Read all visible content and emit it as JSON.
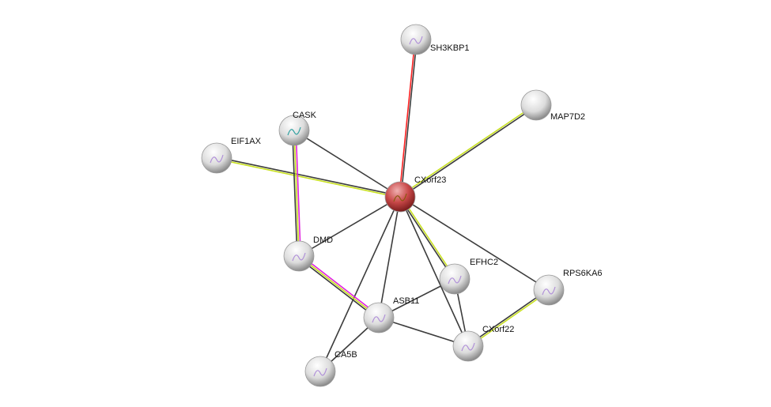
{
  "network": {
    "query_node": "CXorf23",
    "colors": {
      "query": "#c83c3c",
      "node": "#e6e6e6",
      "default_edge": "#3c3c3c"
    },
    "nodes": [
      {
        "id": "SH3KBP1",
        "label": "SH3KBP1"
      },
      {
        "id": "MAP7D2",
        "label": "MAP7D2"
      },
      {
        "id": "CASK",
        "label": "CASK"
      },
      {
        "id": "EIF1AX",
        "label": "EIF1AX"
      },
      {
        "id": "CXorf23",
        "label": "CXorf23"
      },
      {
        "id": "DMD",
        "label": "DMD"
      },
      {
        "id": "EFHC2",
        "label": "EFHC2"
      },
      {
        "id": "RPS6KA6",
        "label": "RPS6KA6"
      },
      {
        "id": "ASB11",
        "label": "ASB11"
      },
      {
        "id": "CXorf22",
        "label": "CXorf22"
      },
      {
        "id": "CA5B",
        "label": "CA5B"
      }
    ],
    "edges": [
      {
        "a": "CXorf23",
        "b": "SH3KBP1",
        "colors": [
          "#ff2020",
          "#3c3c3c"
        ]
      },
      {
        "a": "CXorf23",
        "b": "MAP7D2",
        "colors": [
          "#c8e020",
          "#3c3c3c"
        ]
      },
      {
        "a": "CXorf23",
        "b": "CASK",
        "colors": [
          "#3c3c3c"
        ]
      },
      {
        "a": "CXorf23",
        "b": "EIF1AX",
        "colors": [
          "#c8e020",
          "#3c3c3c"
        ]
      },
      {
        "a": "CXorf23",
        "b": "DMD",
        "colors": [
          "#3c3c3c"
        ]
      },
      {
        "a": "CXorf23",
        "b": "EFHC2",
        "colors": [
          "#c8e020",
          "#3c3c3c"
        ]
      },
      {
        "a": "CXorf23",
        "b": "RPS6KA6",
        "colors": [
          "#3c3c3c"
        ]
      },
      {
        "a": "CXorf23",
        "b": "ASB11",
        "colors": [
          "#3c3c3c"
        ]
      },
      {
        "a": "CXorf23",
        "b": "CXorf22",
        "colors": [
          "#3c3c3c"
        ]
      },
      {
        "a": "CXorf23",
        "b": "CA5B",
        "colors": [
          "#3c3c3c"
        ]
      },
      {
        "a": "CASK",
        "b": "DMD",
        "colors": [
          "#e020e0",
          "#c8e020",
          "#3c3c3c"
        ]
      },
      {
        "a": "DMD",
        "b": "ASB11",
        "colors": [
          "#e020e0",
          "#c8e020",
          "#3c3c3c"
        ]
      },
      {
        "a": "EFHC2",
        "b": "ASB11",
        "colors": [
          "#3c3c3c"
        ]
      },
      {
        "a": "EFHC2",
        "b": "CXorf22",
        "colors": [
          "#3c3c3c"
        ]
      },
      {
        "a": "ASB11",
        "b": "CXorf22",
        "colors": [
          "#3c3c3c"
        ]
      },
      {
        "a": "ASB11",
        "b": "CA5B",
        "colors": [
          "#3c3c3c"
        ]
      },
      {
        "a": "RPS6KA6",
        "b": "CXorf22",
        "colors": [
          "#c8e020",
          "#3c3c3c"
        ]
      }
    ]
  }
}
